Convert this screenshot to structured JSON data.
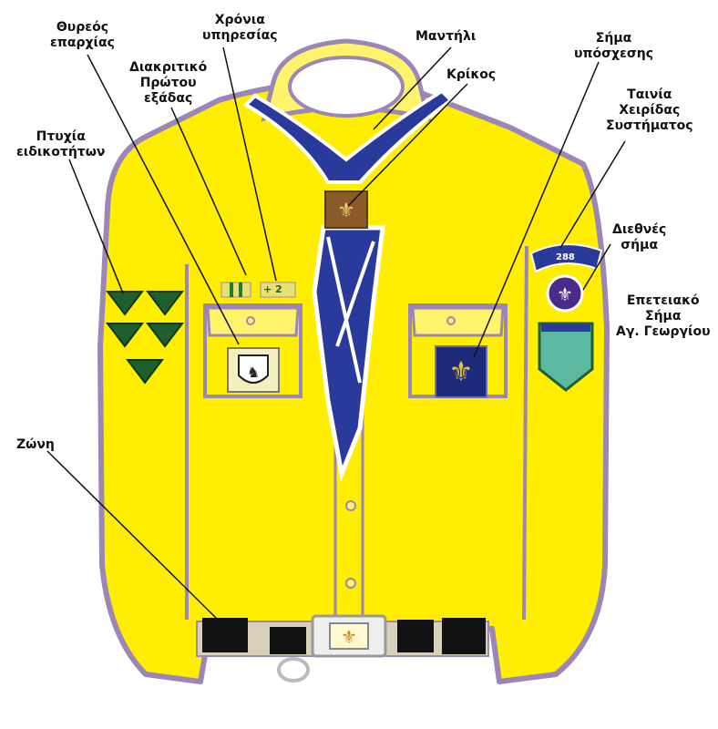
{
  "labels": {
    "thyreos": [
      "Θυρεός",
      "επαρχίας"
    ],
    "chronia": [
      "Χρόνια",
      "υπηρεσίας"
    ],
    "mantili": [
      "Μαντήλι"
    ],
    "krikos": [
      "Κρίκος"
    ],
    "sima_yposchesis": [
      "Σήμα",
      "υπόσχεσης"
    ],
    "diakritiko": [
      "Διακριτικό",
      "Πρώτου",
      "εξάδας"
    ],
    "tainia": [
      "Ταινία",
      "Χειρίδας",
      "Συστήματος"
    ],
    "ptychia": [
      "Πτυχία",
      "ειδικοτήτων"
    ],
    "diethnes": [
      "Διεθνές",
      "σήμα"
    ],
    "epeteiako": [
      "Επετειακό",
      "Σήμα",
      "Αγ. Γεωργίου"
    ],
    "zoni": [
      "Ζώνη"
    ]
  },
  "badges": {
    "service_years": "+ 2",
    "troop_number": "288"
  },
  "colors": {
    "shirt": "#ffee00",
    "outline": "#9b86b8",
    "scarf": "#2a3a9a",
    "scarf_edge": "#ffffff",
    "patch_green": "#1f5e2e",
    "belt_box": "#111111",
    "leader": "#111111"
  }
}
